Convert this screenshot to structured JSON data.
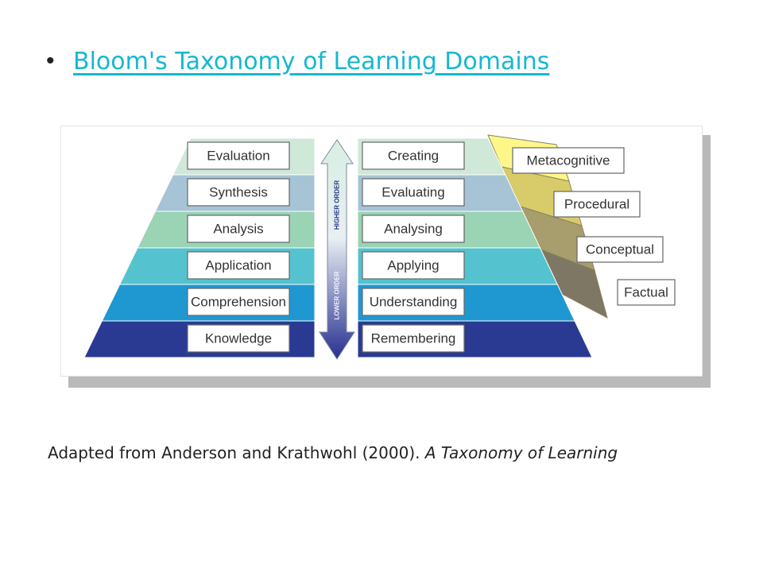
{
  "header": {
    "bullet": "•",
    "link_text": "Bloom's Taxonomy of Learning Domains"
  },
  "diagram": {
    "levels": [
      {
        "original": "Evaluation",
        "revised": "Creating",
        "color": "#cfe8d8"
      },
      {
        "original": "Synthesis",
        "revised": "Evaluating",
        "color": "#a6c4d6"
      },
      {
        "original": "Analysis",
        "revised": "Analysing",
        "color": "#9bd3b5"
      },
      {
        "original": "Application",
        "revised": "Applying",
        "color": "#54c3cf"
      },
      {
        "original": "Comprehension",
        "revised": "Understanding",
        "color": "#1f98d2"
      },
      {
        "original": "Knowledge",
        "revised": "Remembering",
        "color": "#2a3a93"
      }
    ],
    "arrow": {
      "higher_label": "HIGHER ORDER",
      "lower_label": "LOWER ORDER"
    },
    "knowledge_dimensions": [
      {
        "label": "Metacognitive",
        "color": "#fff68a"
      },
      {
        "label": "Procedural",
        "color": "#d7cb6a"
      },
      {
        "label": "Conceptual",
        "color": "#a89d6d"
      },
      {
        "label": "Factual",
        "color": "#7d7763"
      }
    ]
  },
  "caption": {
    "plain": "Adapted from Anderson and Krathwohl (2000). ",
    "italic": "A Taxonomy of Learning"
  }
}
